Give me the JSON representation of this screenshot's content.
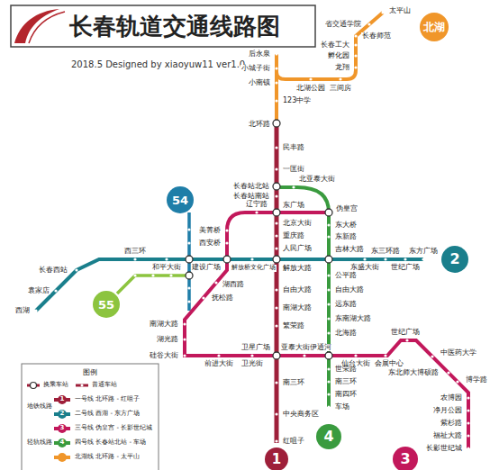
{
  "diagram": {
    "title": "长春轨道交通线路图",
    "nodes": [
      {
        "text": [
          "北湖"
        ]
      },
      {
        "text": [
          "54"
        ]
      },
      {
        "text": [
          "2"
        ]
      },
      {
        "text": [
          "55"
        ]
      },
      {
        "text": [
          "4"
        ]
      },
      {
        "text": [
          "1"
        ]
      },
      {
        "text": [
          "3"
        ]
      }
    ],
    "labels": [
      "2018.5 Designed by xiaoyuw11 ver1.0",
      "太平山",
      "省交通学院",
      "长春师范",
      "长春工大",
      "孵化园",
      "后永泉",
      "龙翔",
      "小城子街",
      "小南镇",
      "北湖公园",
      "三间房",
      "123中学",
      "北环路",
      "民丰路",
      "一匡街",
      "北亚泰大街",
      "长春站北站",
      "长春站南站",
      "辽宁路",
      "东广场",
      "伪皇宫",
      "北京大街",
      "东大桥",
      "美菁桥",
      "重庆路",
      "东新路",
      "西安桥",
      "人民广场",
      "吉林大路",
      "西三环",
      "东三环路",
      "东方广场",
      "和平大街",
      "建设广场",
      "解放桥文化广场",
      "解放大路",
      "东盛大街",
      "世纪广场",
      "长春西站",
      "公平路",
      "湖西路",
      "自由大路",
      "自由大路",
      "袁家店",
      "抚松路",
      "远东路",
      "南湖大路",
      "西湖",
      "东南湖大路",
      "南湖大路",
      "繁荣路",
      "世纪广场",
      "北海路",
      "湖光路",
      "卫星广场",
      "亚泰大街伊通河",
      "中医药大学",
      "硅谷大街",
      "前进大街",
      "卫光街",
      "仙台大街",
      "会展中心",
      "世荣路",
      "东北师大博硕路",
      "博学路",
      "南三环",
      "南三环",
      "南四环",
      "农博园",
      "车场",
      "净月公园",
      "中央商务区",
      "紫杉路",
      "福祉大路",
      "红咀子",
      "长影世纪城",
      "图例",
      "地铁线路",
      "轻轨线路",
      "1",
      "2",
      "3",
      "4"
    ],
    "legend": [
      {
        "text": "换乘车站"
      },
      {
        "text": "普通车站"
      },
      {
        "text": "一号线 北环路 - 红咀子",
        "color": "#9e1f3a"
      },
      {
        "text": "二号线 西湖 - 东方广场",
        "color": "#1a7f8c"
      },
      {
        "text": "三号线 伪皇宫 - 长影世纪城",
        "color": "#c2185b"
      },
      {
        "text": "四号线 长春站北站 - 车场",
        "color": "#3a9b3f"
      },
      {
        "text": "北湖线 北环路 - 太平山",
        "color": "#f0962a"
      }
    ]
  }
}
